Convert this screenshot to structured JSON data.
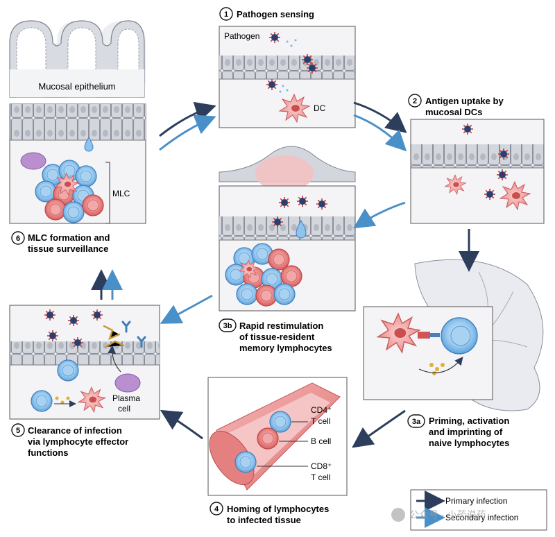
{
  "steps": {
    "s1": {
      "num": "1",
      "title": "Pathogen sensing"
    },
    "s2": {
      "num": "2",
      "lines": [
        "Antigen uptake by",
        "mucosal DCs"
      ]
    },
    "s3a": {
      "num": "3a",
      "lines": [
        "Priming, activation",
        "and imprinting of",
        "naive lymphocytes"
      ]
    },
    "s3b": {
      "num": "3b",
      "lines": [
        "Rapid restimulation",
        "of tissue-resident",
        "memory lymphocytes"
      ]
    },
    "s4": {
      "num": "4",
      "lines": [
        "Homing of lymphocytes",
        "to infected tissue"
      ]
    },
    "s5": {
      "num": "5",
      "lines": [
        "Clearance of infection",
        "via lymphocyte effector",
        "functions"
      ]
    },
    "s6": {
      "num": "6",
      "lines": [
        "MLC formation and",
        "tissue surveillance"
      ]
    }
  },
  "labels": {
    "mucosal_epithelium": "Mucosal epithelium",
    "pathogen": "Pathogen",
    "dc": "DC",
    "mlc": "MLC",
    "plasma_cell": [
      "Plasma",
      "cell"
    ],
    "cd4": "CD4⁺",
    "cd4_tcell": "T cell",
    "b_cell": "B cell",
    "cd8": "CD8⁺",
    "cd8_tcell": "T cell"
  },
  "legend": {
    "primary": "Primary infection",
    "secondary": "Secondary infection"
  },
  "watermark": "公众号 · 小药说药",
  "colors": {
    "primary_arrow": "#2c3e5c",
    "secondary_arrow": "#4a90c8",
    "dc_cell": "#ee8a8a",
    "t_cell": "#7ab6e6",
    "b_cell": "#e46a6a",
    "epithelium": "#c9ccd3",
    "tissue": "#f1f1f4"
  }
}
